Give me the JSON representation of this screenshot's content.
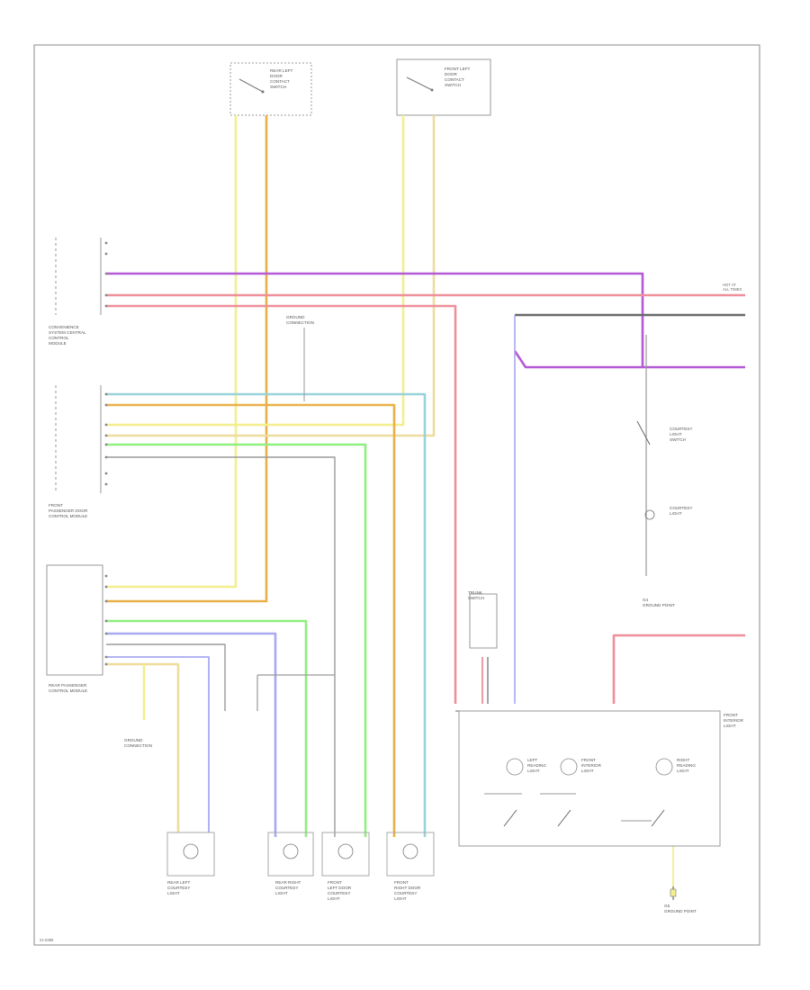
{
  "diagram": {
    "footer_code": "21-0365",
    "colors": {
      "yellow": "#f3ee8e",
      "orange": "#e9b04a",
      "tan": "#eedc9c",
      "violet": "#b45ad6",
      "pink": "#ee8f99",
      "blue": "#a8a9f0",
      "green": "#8fef7f",
      "teal": "#9ad2da",
      "gray": "#9a9a9a",
      "wire_dark": "#6a6a6a"
    },
    "components": {
      "rear_left_door_switch": [
        "REAR LEFT",
        "DOOR",
        "CONTACT",
        "SWITCH"
      ],
      "front_left_door_switch": [
        "FRONT LEFT",
        "DOOR",
        "CONTACT",
        "SWITCH"
      ],
      "entry_assist_module": [
        "CONVENIENCE",
        "SYSTEM CENTRAL",
        "CONTROL",
        "MODULE"
      ],
      "front_door_module": [
        "FRONT",
        "PASSENGER DOOR",
        "CONTROL MODULE"
      ],
      "rear_door_module": [
        "REAR PASSENGER",
        "CONTROL MODULE"
      ],
      "ground_top": [
        "GROUND",
        "CONNECTION"
      ],
      "ground_left": [
        "GROUND",
        "CONNECTION"
      ],
      "ground_right_mid": [
        "G4",
        "GROUND POINT"
      ],
      "ground_bottom": [
        "G5",
        "GROUND POINT"
      ],
      "courtesy_switch": [
        "COURTESY",
        "LIGHT",
        "SWITCH"
      ],
      "courtesy_lamp": [
        "COURTESY",
        "LIGHT"
      ],
      "dome_light": [
        "FRONT",
        "INTERIOR",
        "LIGHT"
      ],
      "trunk_switch": [
        "TRUNK",
        "SWITCH"
      ],
      "left_reading_light": [
        "LEFT",
        "READING",
        "LIGHT"
      ],
      "right_reading_light": [
        "RIGHT",
        "READING",
        "LIGHT"
      ],
      "center_interior_light": [
        "FRONT",
        "INTERIOR",
        "LIGHT"
      ],
      "rear_left_lamp": [
        "REAR LEFT",
        "COURTESY",
        "LIGHT"
      ],
      "rear_right_lamp": [
        "REAR RIGHT",
        "COURTESY",
        "LIGHT"
      ],
      "front_left_lamp": [
        "FRONT",
        "LEFT DOOR",
        "COURTESY",
        "LIGHT"
      ],
      "front_right_lamp": [
        "FRONT",
        "RIGHT DOOR",
        "COURTESY",
        "LIGHT"
      ],
      "hot_at_all_times": [
        "HOT AT",
        "ALL TIMES"
      ]
    }
  }
}
